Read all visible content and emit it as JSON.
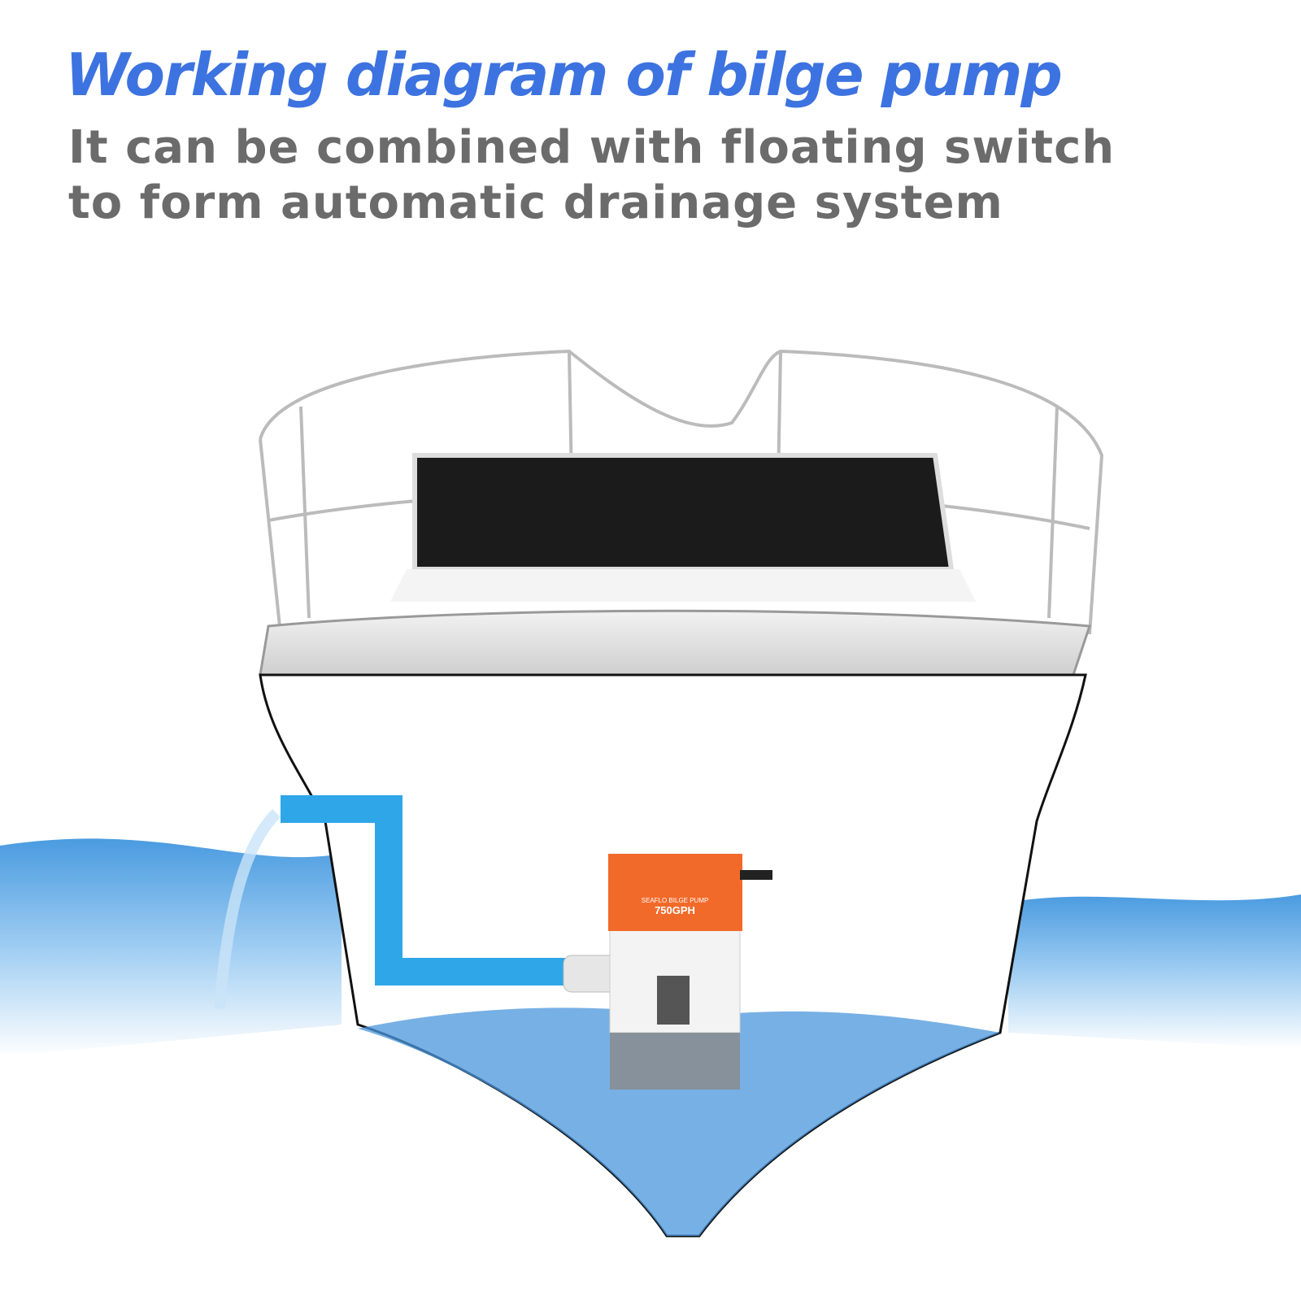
{
  "title": "Working diagram of bilge pump",
  "subtitle": {
    "line1": "It can be combined with floating switch",
    "line2": "to form automatic drainage system"
  },
  "pump_label": {
    "brand": "SEAFLO BILGE PUMP",
    "model": "750GPH"
  },
  "colors": {
    "title": "#3d73e0",
    "subtitle": "#6b6b6b",
    "pipe": "#2fa6e8",
    "pump_body": "#f26a2a",
    "water": "#3a8fd8"
  }
}
